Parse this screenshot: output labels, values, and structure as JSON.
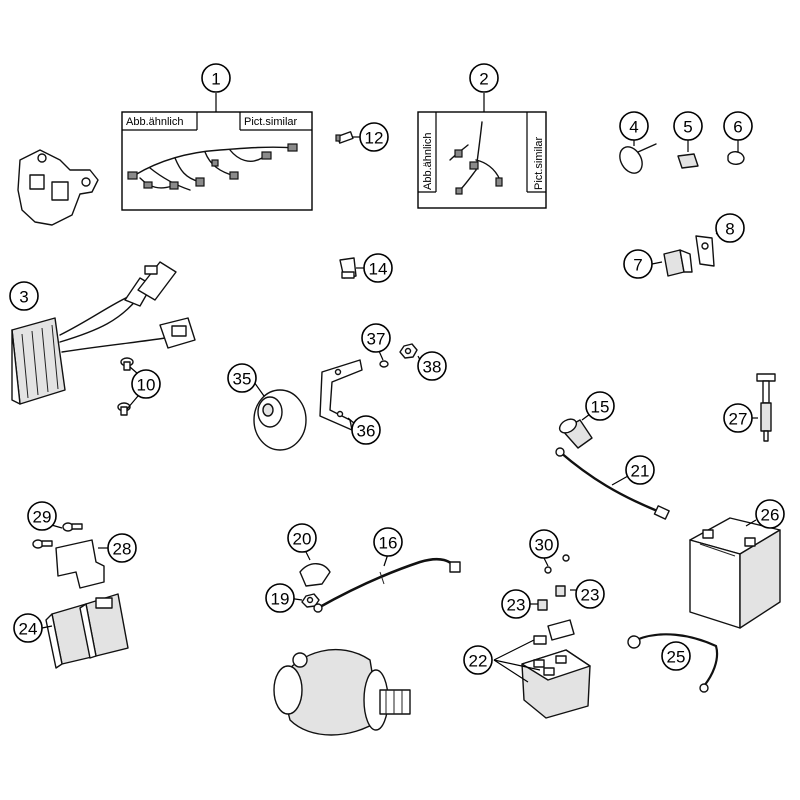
{
  "callouts": [
    "1",
    "2",
    "3",
    "4",
    "5",
    "6",
    "7",
    "8",
    "10",
    "12",
    "14",
    "15",
    "16",
    "19",
    "20",
    "21",
    "22",
    "23",
    "23",
    "24",
    "25",
    "26",
    "27",
    "28",
    "29",
    "30",
    "35",
    "36",
    "37",
    "38"
  ],
  "frame1": {
    "label_left": "Abb.ähnlich",
    "label_right": "Pict.similar"
  },
  "frame2": {
    "label_left": "Abb.ähnlich",
    "label_right": "Pict.similar"
  }
}
